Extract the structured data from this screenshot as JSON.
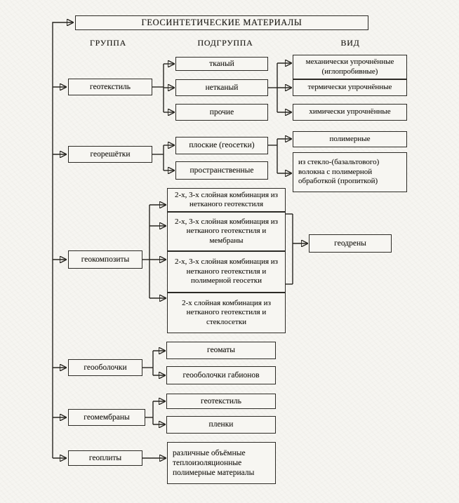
{
  "title": "ГЕОСИНТЕТИЧЕСКИЕ МАТЕРИАЛЫ",
  "column_headers": {
    "group": "ГРУППА",
    "subgroup": "ПОДГРУППА",
    "kind": "ВИД"
  },
  "groups": [
    {
      "label": "геотекстиль",
      "subgroups": [
        "тканый",
        "нетканый",
        "прочие"
      ],
      "kinds": [
        "механически упрочнённые (иглопробивные)",
        "термически упрочнённые",
        "химически упрочнённые"
      ]
    },
    {
      "label": "георешётки",
      "subgroups": [
        "плоские (геосетки)",
        "пространственные"
      ],
      "kinds": [
        "полимерные",
        "из стекло-(базальтового) волокна с полимерной обработкой (пропиткой)"
      ]
    },
    {
      "label": "геокомпозиты",
      "subgroups": [
        "2-х, 3-х слойная комбинация из нетканого геотекстиля",
        "2-х, 3-х слойная комбинация из нетканого геотекстиля и мембраны",
        "2-х, 3-х слойная комбинация из нетканого геотекстиля и полимерной геосетки",
        "2-х слойная комбинация из нетканого геотекстиля и стеклосетки"
      ],
      "kinds": [
        "геодрены"
      ]
    },
    {
      "label": "геооболочки",
      "subgroups": [
        "геоматы",
        "геооболочки габионов"
      ],
      "kinds": []
    },
    {
      "label": "геомембраны",
      "subgroups": [
        "геотекстиль",
        "пленки"
      ],
      "kinds": []
    },
    {
      "label": "геоплиты",
      "subgroups": [
        "различные объёмные теплоизоляционные полимерные материалы"
      ],
      "kinds": []
    }
  ],
  "colors": {
    "ink": "#26241f",
    "paper": "#f6f5f1"
  }
}
